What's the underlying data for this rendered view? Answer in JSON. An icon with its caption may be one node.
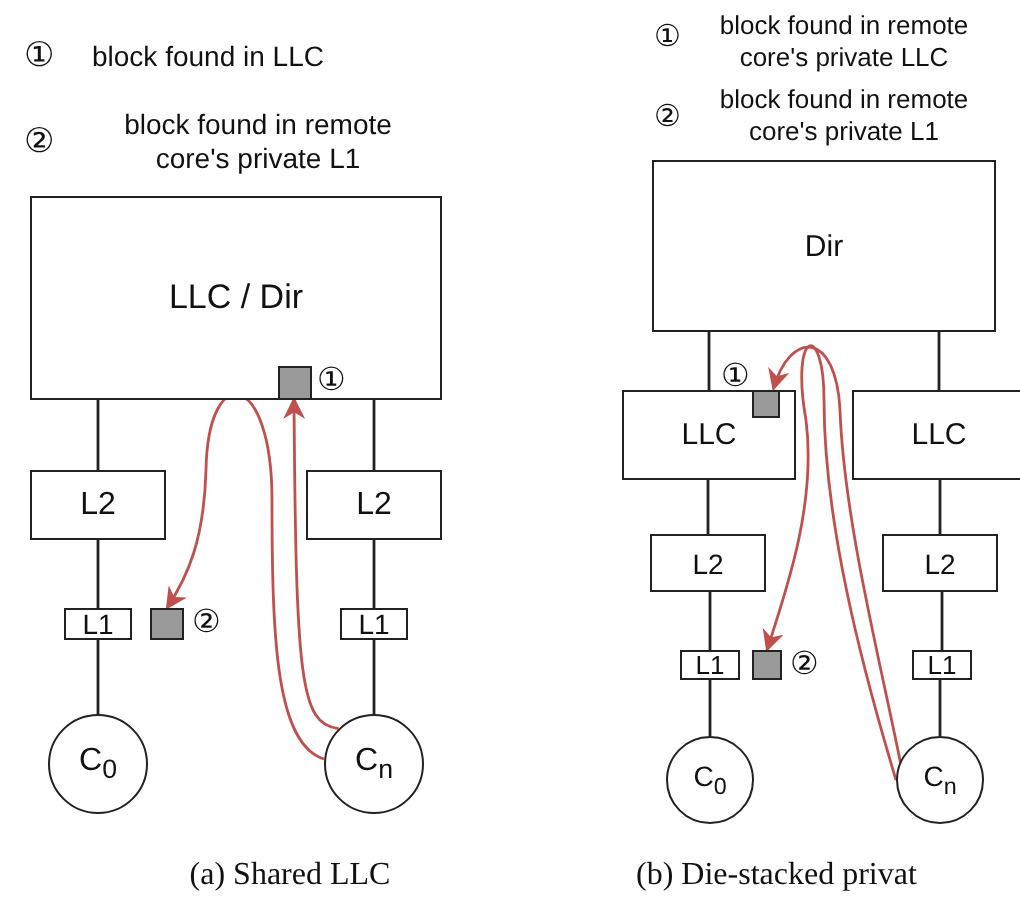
{
  "diagram": {
    "nodes": [
      {
        "text": [
          "LLC / Dir"
        ]
      },
      {
        "text": [],
        "shape": "box",
        "in": 0,
        "beside": [
          "①"
        ]
      },
      {
        "text": [
          "L2"
        ]
      },
      {
        "text": [
          "L2"
        ]
      },
      {
        "text": [
          "L1"
        ]
      },
      {
        "text": [],
        "shape": "box",
        "beside": [
          "②"
        ]
      },
      {
        "text": [
          "L1"
        ]
      },
      {
        "text": [
          "C$_{0}$"
        ]
      },
      {
        "text": [
          "C$_{n}$"
        ]
      },
      {
        "text": [
          "Dir"
        ]
      },
      {
        "text": [
          "LLC"
        ]
      },
      {
        "text": [],
        "shape": "box",
        "in": 10,
        "beside": [
          "①"
        ]
      },
      {
        "text": [
          "LLC"
        ]
      },
      {
        "text": [
          "L2"
        ]
      },
      {
        "text": [
          "L2"
        ]
      },
      {
        "text": [
          "L1"
        ]
      },
      {
        "text": [],
        "shape": "box",
        "beside": [
          "②"
        ]
      },
      {
        "text": [
          "L1"
        ]
      },
      {
        "text": [
          "C$_{0}$"
        ]
      },
      {
        "text": [
          "C$_{n}$"
        ]
      }
    ],
    "edges": [
      {
        "from": 0,
        "to": 2,
        "arrow": "none"
      },
      {
        "from": 0,
        "to": 3,
        "arrow": "none"
      },
      {
        "from": 2,
        "to": 4,
        "arrow": "none"
      },
      {
        "from": 3,
        "to": 6,
        "arrow": "none"
      },
      {
        "from": 4,
        "to": 7,
        "arrow": "none"
      },
      {
        "from": 6,
        "to": 8,
        "arrow": "none"
      },
      {
        "from": 8,
        "to": 1,
        "arrow": "to",
        "color": "#c0504d"
      },
      {
        "from": 8,
        "to": 5,
        "arrow": "to",
        "color": "#c0504d"
      },
      {
        "from": 9,
        "to": 10,
        "arrow": "none"
      },
      {
        "from": 9,
        "to": 12,
        "arrow": "none"
      },
      {
        "from": 10,
        "to": 13,
        "arrow": "none"
      },
      {
        "from": 12,
        "to": 14,
        "arrow": "none"
      },
      {
        "from": 13,
        "to": 15,
        "arrow": "none"
      },
      {
        "from": 14,
        "to": 17,
        "arrow": "none"
      },
      {
        "from": 15,
        "to": 18,
        "arrow": "none"
      },
      {
        "from": 17,
        "to": 19,
        "arrow": "none"
      },
      {
        "from": 19,
        "to": 11,
        "arrow": "to",
        "color": "#c0504d"
      },
      {
        "from": 19,
        "to": 16,
        "arrow": "to",
        "color": "#c0504d"
      }
    ],
    "labels": [
      "①",
      "block found in LLC",
      "②",
      "block found in remote core's private L1",
      "①",
      "block found in remote core's private LLC",
      "②",
      "block found in remote core's private L1",
      "(a) Shared LLC",
      "(b) Die-stacked privat"
    ]
  }
}
